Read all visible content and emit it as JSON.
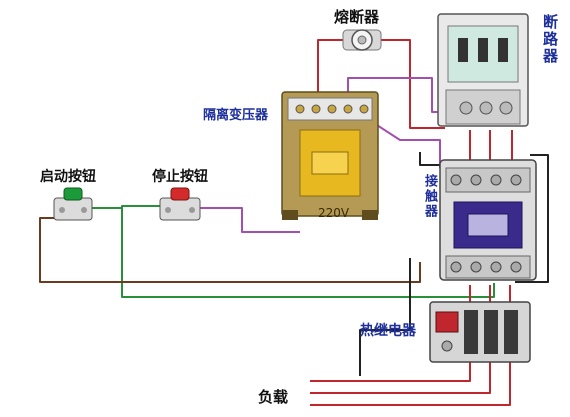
{
  "labels": {
    "fuse": "熔断器",
    "breaker": "断路器",
    "transformer": "隔离变压器",
    "start_button": "启动按钮",
    "stop_button": "停止按钮",
    "contactor": "接触器",
    "thermal_relay": "热继电器",
    "load": "负载",
    "voltage": "220V"
  },
  "colors": {
    "wire_red": "#c0262e",
    "wire_purple": "#a24fb0",
    "wire_green": "#2a8f3a",
    "wire_brown": "#6b3a1f",
    "wire_black": "#222222",
    "label_blue": "#1d2f9c",
    "button_green": "#1b9a3a",
    "button_red": "#d42a2a",
    "coil_yellow": "#e8b820",
    "contactor_purple": "#3a2a8c"
  }
}
